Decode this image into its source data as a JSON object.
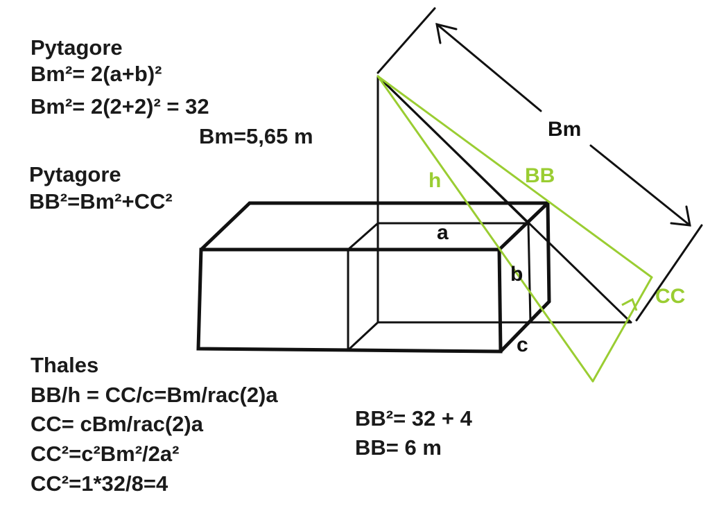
{
  "colors": {
    "ink": "#111111",
    "accent_green": "#9acd32"
  },
  "pythagoras_1": {
    "title": "Pytagore",
    "line1": "Bm²= 2(a+b)²",
    "line2": "Bm²= 2(2+2)² = 32",
    "result": "Bm=5,65 m"
  },
  "pythagoras_2": {
    "title": "Pytagore",
    "line1": "BB²=Bm²+CC²"
  },
  "thales": {
    "title": "Thales",
    "line1": "BB/h = CC/c=Bm/rac(2)a",
    "line2": "CC= cBm/rac(2)a",
    "line3": "CC²=c²Bm²/2a²",
    "line4": "CC²=1*32/8=4"
  },
  "result_bb": {
    "line1": "BB²= 32 + 4",
    "line2": "BB= 6 m"
  },
  "labels": {
    "bm": "Bm",
    "bb": "BB",
    "h": "h",
    "cc": "CC",
    "a": "a",
    "b": "b",
    "c": "c"
  }
}
